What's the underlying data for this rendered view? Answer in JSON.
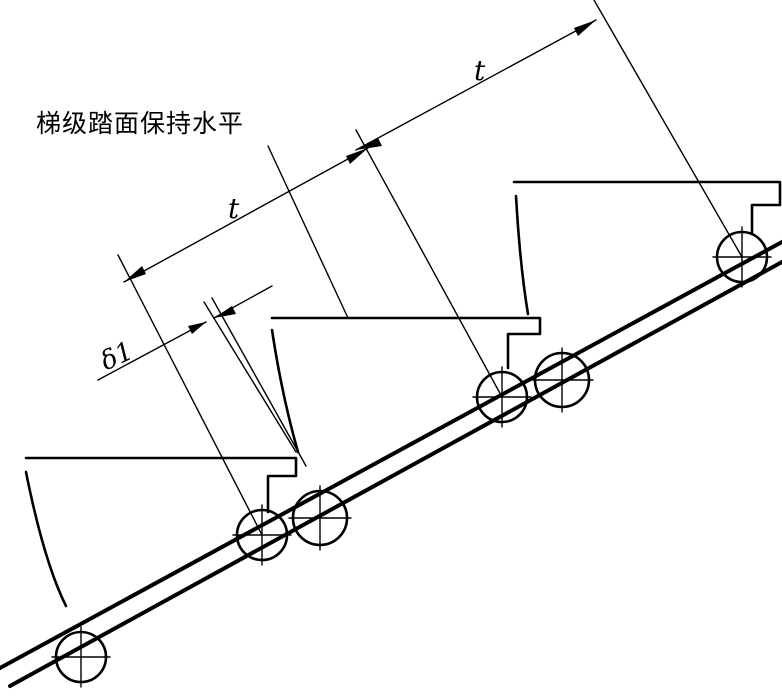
{
  "title": "梯级踏面保持水平",
  "labels": {
    "pitch_upper": "t",
    "pitch_lower": "t",
    "delta": "δ1"
  }
}
